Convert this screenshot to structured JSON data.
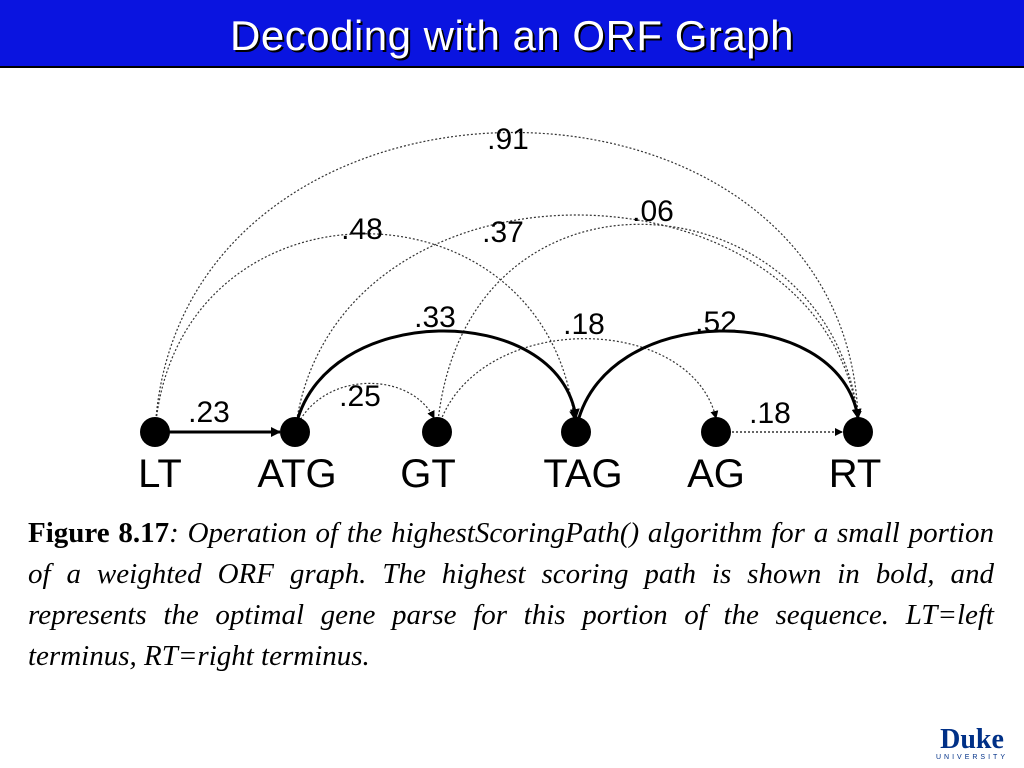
{
  "slide": {
    "title": "Decoding with an ORF Graph"
  },
  "graph": {
    "nodes": [
      {
        "id": "LT",
        "label": "LT"
      },
      {
        "id": "ATG",
        "label": "ATG"
      },
      {
        "id": "GT",
        "label": "GT"
      },
      {
        "id": "TAG",
        "label": "TAG"
      },
      {
        "id": "AG",
        "label": "AG"
      },
      {
        "id": "RT",
        "label": "RT"
      }
    ],
    "edges": [
      {
        "from": "LT",
        "to": "ATG",
        "weight": ".23",
        "style": "bold"
      },
      {
        "from": "ATG",
        "to": "GT",
        "weight": ".25",
        "style": "dotted"
      },
      {
        "from": "ATG",
        "to": "TAG",
        "weight": ".33",
        "style": "bold"
      },
      {
        "from": "GT",
        "to": "AG",
        "weight": ".18",
        "style": "dotted"
      },
      {
        "from": "TAG",
        "to": "RT",
        "weight": ".52",
        "style": "bold"
      },
      {
        "from": "AG",
        "to": "RT",
        "weight": ".18",
        "style": "dotted"
      },
      {
        "from": "LT",
        "to": "TAG",
        "weight": ".48",
        "style": "dotted"
      },
      {
        "from": "ATG",
        "to": "RT",
        "weight": ".37",
        "style": "dotted"
      },
      {
        "from": "GT",
        "to": "RT",
        "weight": ".06",
        "style": "dotted"
      },
      {
        "from": "LT",
        "to": "RT",
        "weight": ".91",
        "style": "dotted"
      }
    ]
  },
  "caption": {
    "figure_label": "Figure 8.17",
    "text": ": Operation of the highestScoringPath() algorithm for a small portion of a weighted ORF graph. The highest scoring path is shown in bold, and represents the optimal gene parse for this portion of the sequence. LT=left terminus, RT=right terminus."
  },
  "logo": {
    "name": "Duke",
    "subtitle": "UNIVERSITY"
  }
}
